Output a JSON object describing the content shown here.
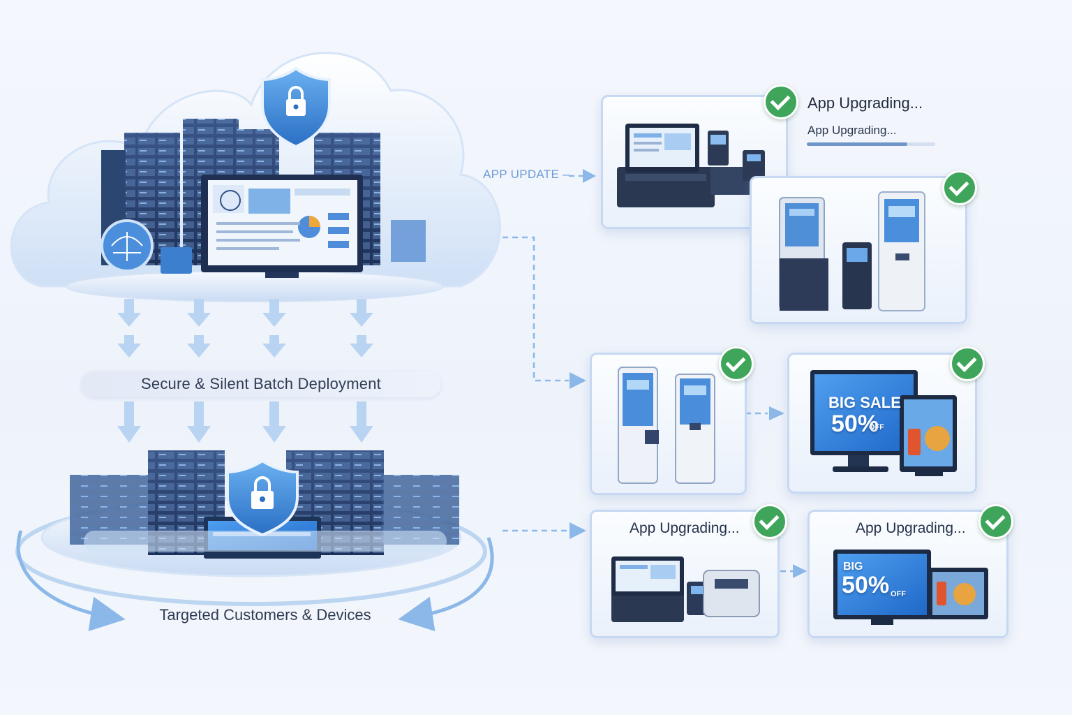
{
  "labels": {
    "deployment": "Secure & Silent Batch Deployment",
    "target": "Targeted Customers & Devices",
    "app_update": "APP UPDATE –"
  },
  "status_card": {
    "title": "App Upgrading...",
    "subtitle": "App Upgrading...",
    "progress": 0.78
  },
  "cards": {
    "kiosk_upgrade_1": {
      "title": "App Upgrading..."
    },
    "kiosk_upgrade_2": {
      "title": "App Upgrading..."
    }
  },
  "signage": {
    "big_sale": "BIG SALE",
    "big_sale_short": "BIG",
    "percent": "50%",
    "off": "OFF"
  },
  "colors": {
    "accent": "#3f86d8",
    "check": "#3ea55a",
    "card_border": "#c7d9f2"
  },
  "icons": [
    "cloud-icon",
    "shield-lock-icon",
    "server-rack-icon",
    "check-icon",
    "pos-terminal-icon",
    "kiosk-icon",
    "digital-signage-icon"
  ]
}
